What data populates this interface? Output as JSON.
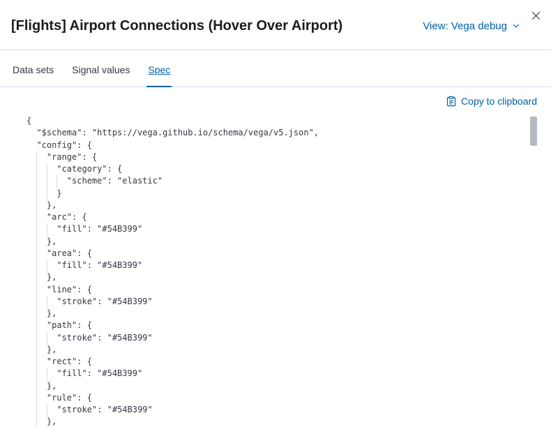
{
  "header": {
    "title": "[Flights] Airport Connections (Hover Over Airport)",
    "view_selector": {
      "label": "View: Vega debug",
      "icon": "chevron-down-icon"
    },
    "close": {
      "icon": "close-icon"
    }
  },
  "tabs": {
    "items": [
      {
        "label": "Data sets",
        "active": false
      },
      {
        "label": "Signal values",
        "active": false
      },
      {
        "label": "Spec",
        "active": true
      }
    ]
  },
  "toolbar": {
    "copy_button": {
      "label": "Copy to clipboard",
      "icon": "copy-clipboard-icon"
    }
  },
  "editor": {
    "language": "json",
    "lines": [
      "{",
      "  \"$schema\": \"https://vega.github.io/schema/vega/v5.json\",",
      "  \"config\": {",
      "    \"range\": {",
      "      \"category\": {",
      "        \"scheme\": \"elastic\"",
      "      }",
      "    },",
      "    \"arc\": {",
      "      \"fill\": \"#54B399\"",
      "    },",
      "    \"area\": {",
      "      \"fill\": \"#54B399\"",
      "    },",
      "    \"line\": {",
      "      \"stroke\": \"#54B399\"",
      "    },",
      "    \"path\": {",
      "      \"stroke\": \"#54B399\"",
      "    },",
      "    \"rect\": {",
      "      \"fill\": \"#54B399\"",
      "    },",
      "    \"rule\": {",
      "      \"stroke\": \"#54B399\"",
      "    },"
    ]
  },
  "colors": {
    "link": "#0061a6",
    "divider": "#d3dae6",
    "title_text": "#1a1c21",
    "code_text": "#343741",
    "spec_accent_value": "#54B399"
  }
}
